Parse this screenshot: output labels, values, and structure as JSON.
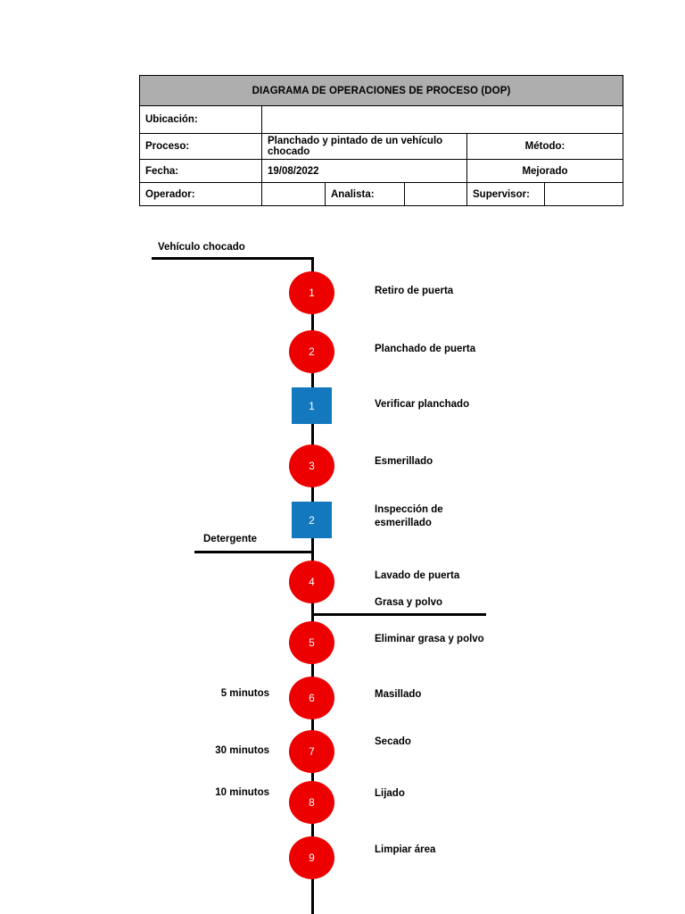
{
  "header": {
    "title": "DIAGRAMA DE OPERACIONES DE PROCESO (DOP)",
    "rows": {
      "ubicacion_label": "Ubicación:",
      "ubicacion_value": "",
      "proceso_label": "Proceso:",
      "proceso_value": "Planchado y pintado de un vehículo chocado",
      "metodo_label": "Método:",
      "fecha_label": "Fecha:",
      "fecha_value": "19/08/2022",
      "metodo_value": "Mejorado",
      "operador_label": "Operador:",
      "operador_value": "",
      "analista_label": "Analista:",
      "analista_value": "",
      "supervisor_label": "Supervisor:",
      "supervisor_value": ""
    }
  },
  "colors": {
    "operation": "#ec0000",
    "inspection": "#1478be",
    "title_bar": "#aeaeae",
    "line": "#000000"
  },
  "chart_data": {
    "type": "diagram",
    "title": "DIAGRAMA DE OPERACIONES DE PROCESO (DOP)",
    "entries": [
      {
        "kind": "input",
        "label": "Vehículo chocado"
      },
      {
        "kind": "operation",
        "number": "1",
        "label": "Retiro de puerta"
      },
      {
        "kind": "operation",
        "number": "2",
        "label": "Planchado de puerta"
      },
      {
        "kind": "inspection",
        "number": "1",
        "label": "Verificar planchado"
      },
      {
        "kind": "operation",
        "number": "3",
        "label": "Esmerillado"
      },
      {
        "kind": "inspection",
        "number": "2",
        "label": "Inspección de esmerillado"
      },
      {
        "kind": "input",
        "label": "Detergente"
      },
      {
        "kind": "operation",
        "number": "4",
        "label": "Lavado de puerta"
      },
      {
        "kind": "output",
        "label": "Grasa y polvo"
      },
      {
        "kind": "operation",
        "number": "5",
        "label": "Eliminar grasa y polvo"
      },
      {
        "kind": "operation",
        "number": "6",
        "label": "Masillado",
        "time": "5 minutos"
      },
      {
        "kind": "operation",
        "number": "7",
        "label": "Secado",
        "time": "30 minutos"
      },
      {
        "kind": "operation",
        "number": "8",
        "label": "Lijado",
        "time": "10 minutos"
      },
      {
        "kind": "operation",
        "number": "9",
        "label": "Limpiar área"
      }
    ]
  },
  "flow": {
    "input_top": "Vehículo chocado",
    "input_detergente": "Detergente",
    "output_grasa": "Grasa y polvo",
    "n1": "1",
    "n2": "2",
    "n3": "3",
    "n4": "4",
    "n5": "5",
    "n6": "6",
    "n7": "7",
    "n8": "8",
    "n9": "9",
    "i1": "1",
    "i2": "2",
    "l1": "Retiro de puerta",
    "l2": "Planchado de puerta",
    "li1": "Verificar planchado",
    "l3": "Esmerillado",
    "li2": "Inspección de esmerillado",
    "l4": "Lavado de puerta",
    "l5": "Eliminar grasa y polvo",
    "l6": "Masillado",
    "l7": "Secado",
    "l8": "Lijado",
    "l9": "Limpiar área",
    "t6": "5 minutos",
    "t7": "30 minutos",
    "t8": "10 minutos"
  }
}
